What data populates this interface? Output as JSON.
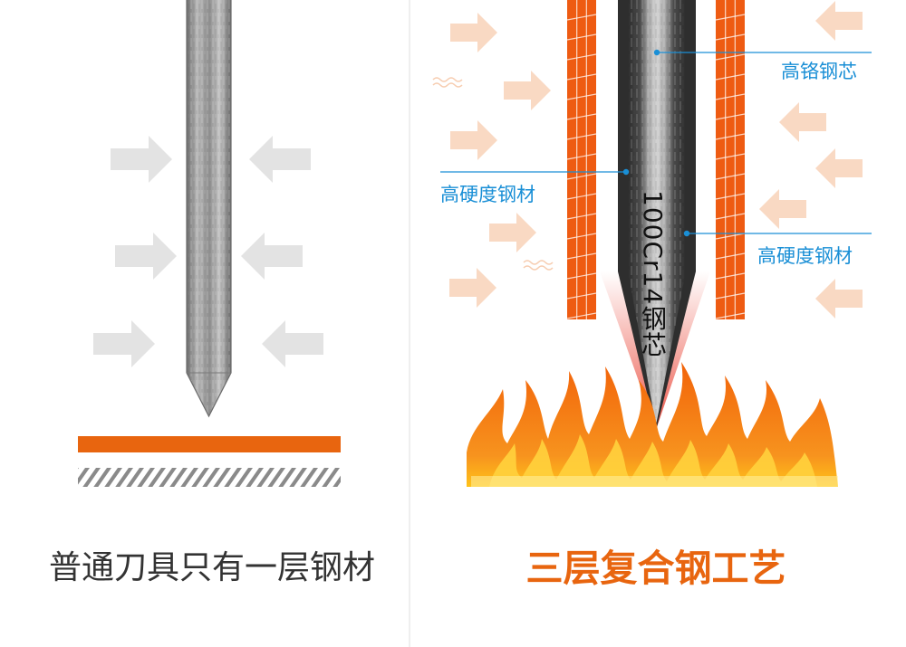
{
  "left_panel": {
    "caption": "普通刀具只有一层钢材"
  },
  "right_panel": {
    "caption": "三层复合钢工艺",
    "labels": {
      "core": "高铬钢芯",
      "hard_left": "高硬度钢材",
      "hard_right": "高硬度钢材",
      "core_grade": "100Cr14钢芯"
    }
  },
  "colors": {
    "orange": "#e8650f",
    "arrow_gray": "#e3e3e3",
    "arrow_peach": "#f9d9c3",
    "callout_blue": "#1a8fd6",
    "steel": "#a4a4a4"
  }
}
